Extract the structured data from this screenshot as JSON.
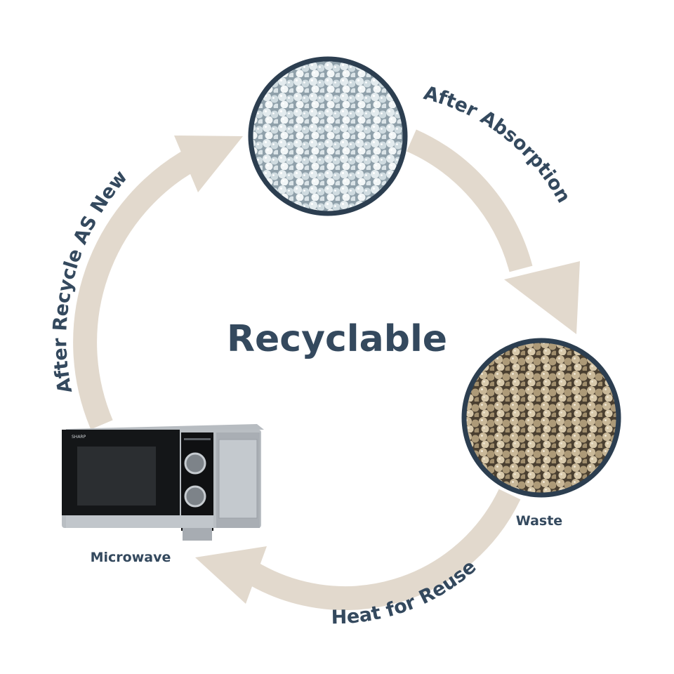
{
  "title": "Recyclable",
  "stages": {
    "top": {
      "label": "",
      "image": "clear silica gel beads"
    },
    "right": {
      "label": "Waste",
      "image": "saturated amber silica gel beads"
    },
    "left": {
      "label": "Microwave",
      "image": "microwave oven",
      "brand": "SHARP"
    }
  },
  "arrows": {
    "top_to_right": "After Absorption",
    "right_to_left": "Heat for Reuse",
    "left_to_top": "After Recycle AS New"
  },
  "colors": {
    "text": "#34495e",
    "arrow": "#e2d9cd",
    "circle_border": "#2c3e50",
    "clear_beads": "#dde6ea",
    "used_beads": "#b8a78a"
  }
}
